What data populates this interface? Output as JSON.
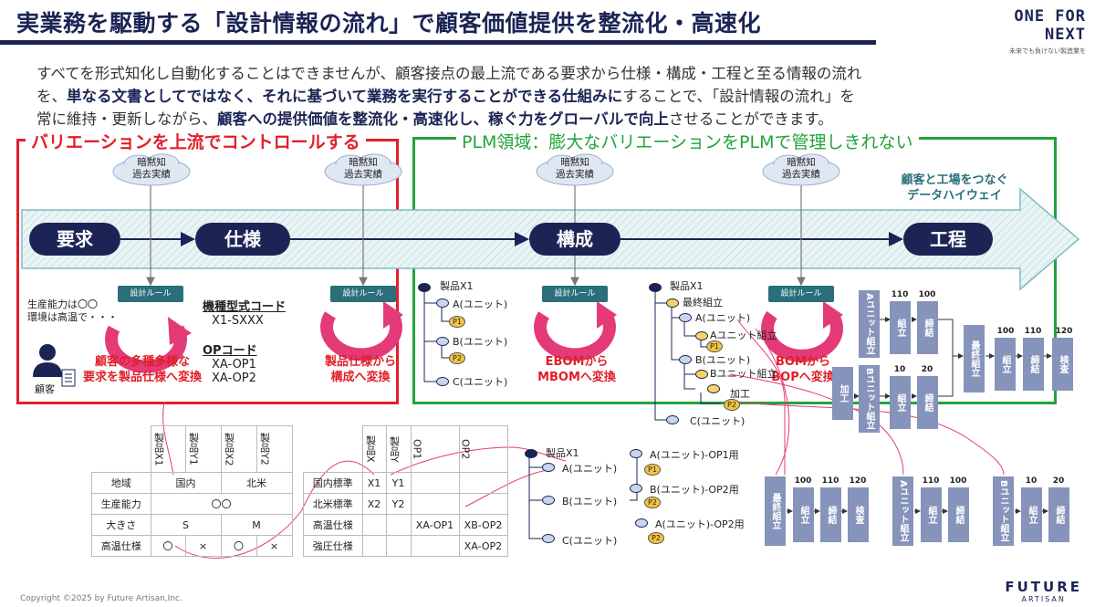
{
  "header": {
    "title": "実業務を駆動する「設計情報の流れ」で顧客価値提供を整流化・高速化",
    "brand_name": "ONE FOR NEXT",
    "brand_tagline": "未来でも負けない製造業を"
  },
  "intro": {
    "line1": "すべてを形式知化し自動化することはできませんが、顧客接点の最上流である要求から仕様・構成・工程と至る情報の流れ",
    "line2_a": "を、",
    "line2_b": "単なる文書としてではなく、それに基づいて業務を実行することができる仕組みに",
    "line2_c": "することで、「設計情報の流れ」を",
    "line3_a": "常に維持・更新しながら、",
    "line3_b": "顧客への提供価値を整流化・高速化し、稼ぐ力をグローバルで向上",
    "line3_c": "させることができます。"
  },
  "regions": {
    "left_label": "バリエーションを上流でコントロールする",
    "right_label": "PLM領域：膨大なバリエーションをPLMで管理しきれない"
  },
  "clouds": [
    {
      "top": "暗黙知",
      "bottom": "過去実績"
    },
    {
      "top": "暗黙知",
      "bottom": "過去実績"
    },
    {
      "top": "暗黙知",
      "bottom": "過去実績"
    },
    {
      "top": "暗黙知",
      "bottom": "過去実績"
    }
  ],
  "highway": {
    "line1": "顧客と工場をつなぐ",
    "line2": "データハイウェイ"
  },
  "stages": {
    "req": "要求",
    "spec": "仕様",
    "config": "構成",
    "process": "工程"
  },
  "rules": [
    "設計ルール",
    "設計ルール",
    "設計ルール",
    "設計ルール"
  ],
  "customer": {
    "note1": "生産能力は〇〇",
    "note2": "環境は高温で・・・",
    "label": "顧客"
  },
  "conversions": {
    "c1a": "顧客の多種多様な",
    "c1b": "要求を製品仕様へ変換",
    "c2a": "製品仕様から",
    "c2b": "構成へ変換",
    "c3a": "EBOMから",
    "c3b": "MBOMへ変換",
    "c4a": "BOMから",
    "c4b": "BOPへ変換"
  },
  "codes": {
    "model_title": "機種型式コード",
    "model_value": "X1-SXXX",
    "op_title": "OPコード",
    "op1": "XA-OP1",
    "op2": "XA-OP2"
  },
  "ebom": {
    "product": "製品X1",
    "a": "A(ユニット)",
    "p1": "P1",
    "b": "B(ユニット)",
    "p2": "P2",
    "c": "C(ユニット)"
  },
  "mbom": {
    "product": "製品X1",
    "final": "最終組立",
    "a": "A(ユニット)",
    "a_sub": "Aユニット組立",
    "p1": "P1",
    "b": "B(ユニット)",
    "b_sub": "Bユニット組立",
    "proc": "加工",
    "p2": "P2",
    "c": "C(ユニット)"
  },
  "bop_top": {
    "a_assy": "Aユニット組立",
    "n110": "110",
    "assemble": "組立",
    "n100": "100",
    "fasten": "締結",
    "final": "最終組立",
    "n100b": "100",
    "n110b": "110",
    "n120": "120",
    "inspect": "検査",
    "proc": "加工",
    "b_assy": "Bユニット組立",
    "n10": "10",
    "n20": "20"
  },
  "spec_table": {
    "headers": [
      "製品X1",
      "製品Y1",
      "製品X2",
      "製品Y2"
    ],
    "rows": [
      {
        "label": "地域",
        "cells": [
          "国内",
          "北米"
        ]
      },
      {
        "label": "生産能力",
        "cells": [
          "〇〇"
        ]
      },
      {
        "label": "大きさ",
        "cells": [
          "S",
          "M"
        ]
      },
      {
        "label": "高温仕様",
        "cells": [
          "〇",
          "×",
          "〇",
          "×"
        ]
      }
    ]
  },
  "option_table": {
    "headers": [
      "製品X",
      "製品Y",
      "OP1",
      "OP2"
    ],
    "rows": [
      {
        "label": "国内標準",
        "cells": [
          "X1",
          "Y1",
          "",
          ""
        ]
      },
      {
        "label": "北米標準",
        "cells": [
          "X2",
          "Y2",
          "",
          ""
        ]
      },
      {
        "label": "高温仕様",
        "cells": [
          "",
          "",
          "XA-OP1",
          "XB-OP2"
        ]
      },
      {
        "label": "強圧仕様",
        "cells": [
          "",
          "",
          "",
          "XA-OP2"
        ]
      }
    ]
  },
  "bom2": {
    "product": "製品X1",
    "a": "A(ユニット)",
    "b": "B(ユニット)",
    "c": "C(ユニット)",
    "a_op1": "A(ユニット)-OP1用",
    "p1": "P1",
    "b_op2": "B(ユニット)-OP2用",
    "p2a": "P2",
    "a_op2": "A(ユニット)-OP2用",
    "p2b": "P2"
  },
  "bop_bottom": {
    "final": "最終組立",
    "n100": "100",
    "assemble": "組立",
    "n110": "110",
    "fasten": "締結",
    "n120": "120",
    "inspect": "検査",
    "a_assy": "Aユニット組立",
    "n110b": "110",
    "n100b": "100",
    "b_assy": "Bユニット組立",
    "n10": "10",
    "n20": "20"
  },
  "footer": {
    "copyright": "Copyright ©2025 by Future Artisan,Inc.",
    "logo1": "FUTURE",
    "logo2": "ARTISAN"
  },
  "colors": {
    "navy": "#1b2454",
    "red": "#e0202a",
    "green": "#22a33a",
    "teal": "#2a6f7a",
    "pink": "#e43a78",
    "steel": "#8693bb"
  }
}
